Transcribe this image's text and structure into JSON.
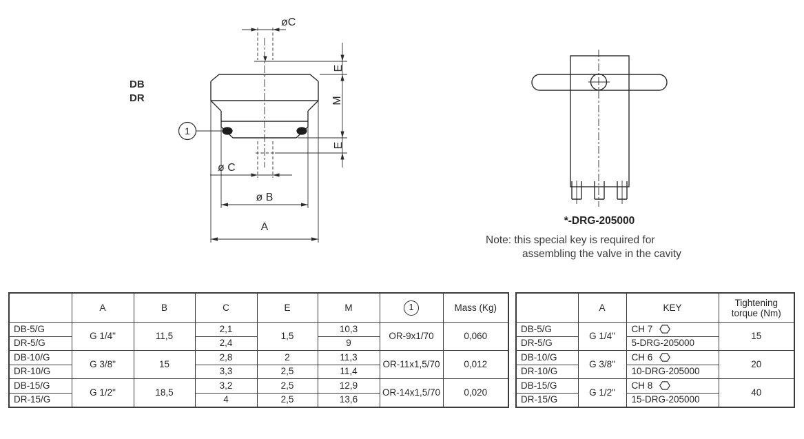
{
  "drawing_left": {
    "series_label_1": "DB",
    "series_label_2": "DR",
    "balloon_number": "1",
    "dims": {
      "dia_c_top": "øC",
      "dia_c_bottom": "ø C",
      "dia_b": "ø B",
      "a": "A",
      "e_top": "E",
      "m": "M",
      "e_bottom": "E"
    }
  },
  "drawing_right": {
    "part_number": "*-DRG-205000",
    "note_line1": "Note: this special key is required for",
    "note_line2": "assembling the valve in the cavity"
  },
  "dimensions_table": {
    "headers": {
      "model": "",
      "a": "A",
      "b": "B",
      "c": "C",
      "e": "E",
      "m": "M",
      "balloon": "1",
      "mass": "Mass (Kg)"
    },
    "rows": [
      {
        "model": "DB-5/G",
        "a": "G 1/4\"",
        "b": "11,5",
        "c": "2,1",
        "e": "1,5",
        "m": "10,3",
        "oring": "OR-9x1/70",
        "mass": "0,060"
      },
      {
        "model": "DR-5/G",
        "c": "2,4",
        "m": "9"
      },
      {
        "model": "DB-10/G",
        "a": "G 3/8\"",
        "b": "15",
        "c": "2,8",
        "e": "2",
        "m": "11,3",
        "oring": "OR-11x1,5/70",
        "mass": "0,012"
      },
      {
        "model": "DR-10/G",
        "c": "3,3",
        "e": "2,5",
        "m": "11,4"
      },
      {
        "model": "DB-15/G",
        "a": "G 1/2\"",
        "b": "18,5",
        "c": "3,2",
        "e": "2,5",
        "m": "12,9",
        "oring": "OR-14x1,5/70",
        "mass": "0,020"
      },
      {
        "model": "DR-15/G",
        "c": "4",
        "e": "2,5",
        "m": "13,6"
      }
    ]
  },
  "key_table": {
    "headers": {
      "model": "",
      "a": "A",
      "key": "KEY",
      "torque": "Tightening torque (Nm)"
    },
    "rows": [
      {
        "model": "DB-5/G",
        "a": "G 1/4\"",
        "key": "CH 7",
        "torque": "15"
      },
      {
        "model": "DR-5/G",
        "key": "5-DRG-205000"
      },
      {
        "model": "DB-10/G",
        "a": "G 3/8\"",
        "key": "CH 6",
        "torque": "20"
      },
      {
        "model": "DR-10/G",
        "key": "10-DRG-205000"
      },
      {
        "model": "DB-15/G",
        "a": "G 1/2\"",
        "key": "CH 8",
        "torque": "40"
      },
      {
        "model": "DR-15/G",
        "key": "15-DRG-205000"
      }
    ]
  },
  "colors": {
    "line": "#2b2b2b",
    "text": "#1f1f1f",
    "background": "#ffffff"
  }
}
